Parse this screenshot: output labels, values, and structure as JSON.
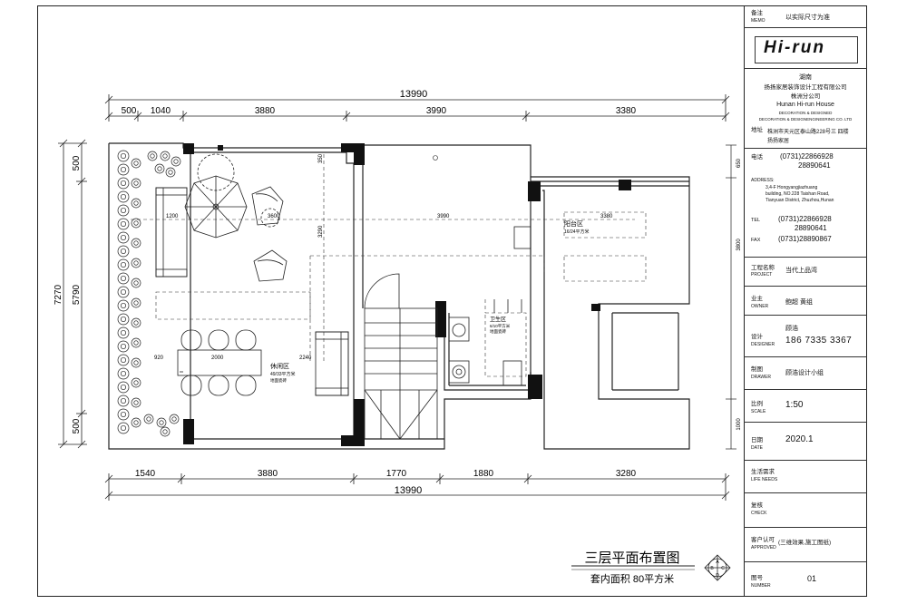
{
  "drawing": {
    "title": "三层平面布置图",
    "area_text": "套内面积 80平方米",
    "compass": [
      "A",
      "B",
      "C",
      "D"
    ]
  },
  "dimensions": {
    "top_total": "13990",
    "top_segments": [
      "500",
      "1040",
      "3880",
      "3990",
      "3380"
    ],
    "bottom_total": "13990",
    "bottom_segments": [
      "1540",
      "3880",
      "1770",
      "1880",
      "3280"
    ],
    "left_outer": "7270",
    "left_inner": "5790",
    "left_segments": [
      "500",
      "500"
    ],
    "right_segments": [
      "650",
      "3800",
      "1000"
    ],
    "interior": [
      "1200",
      "3600",
      "3990",
      "3380",
      "3290",
      "920",
      "2000",
      "2240",
      "350"
    ]
  },
  "rooms": {
    "leisure": {
      "name": "休闲区",
      "area": "49/33平方米",
      "note": "地面瓷砖"
    },
    "balcony": {
      "name": "阳台区",
      "area": "16/24平方米"
    },
    "bath": {
      "name": "卫生区",
      "area": "6/10平方米",
      "note": "地面瓷砖"
    }
  },
  "title_block": {
    "memo": {
      "label": "备注",
      "label_en": "MEMO",
      "value": "以实际尺寸为准"
    },
    "logo": "Hi-run",
    "company": {
      "region": "湖南",
      "name_cn": "扬扬家居装饰设计工程有限公司",
      "branch": "株洲分公司",
      "name_en": "Hunan  Hi-run  House",
      "line2": "DECORATION & DESIGNED",
      "line3": "DECORATION & DESIGNENGINEERING CO. LTD",
      "addr_label": "地址",
      "addr_cn": "株洲市天元区泰山路228号三 四楼",
      "addr_cn2": "扬扬家居"
    },
    "tel_label": "电话",
    "tel_values": [
      "(0731)22866928",
      "28890641"
    ],
    "address_en_label": "ADDRESS:",
    "address_en": [
      "3,4-F Hongyangjiazhuang",
      "building, NO.228 Taishan Road,",
      "Tianyuan District, Zhuzhou,Hunan"
    ],
    "tel_en_label": "TEL",
    "tel_en_values": [
      "(0731)22866928",
      "28890641"
    ],
    "fax_label": "FAX",
    "fax_value": "(0731)28890867",
    "project": {
      "label": "工程名称",
      "label_en": "PROJECT",
      "value": "当代上品湾"
    },
    "owner": {
      "label": "业主",
      "label_en": "OWNER",
      "value": "鲍超  黄组"
    },
    "designer": {
      "label": "设计",
      "label_en": "DESIGNER",
      "name": "顾浩",
      "value": "186  7335  3367"
    },
    "drawer": {
      "label": "制图",
      "label_en": "DRAWER",
      "value": "顾浩设计小组"
    },
    "scale": {
      "label": "比例",
      "label_en": "SCALE",
      "value": "1:50"
    },
    "date": {
      "label": "日期",
      "label_en": "DATE",
      "value": "2020.1"
    },
    "life_needs": {
      "label": "生活需求",
      "label_en": "LIFE  NEEDS"
    },
    "check": {
      "label": "复核",
      "label_en": "CHECK"
    },
    "approved": {
      "label": "客户认可",
      "label_en": "APPROVED",
      "value": "(三维效果,施工图纸)"
    },
    "number": {
      "label": "图号",
      "label_en": "NUMBER",
      "value": "01"
    }
  }
}
